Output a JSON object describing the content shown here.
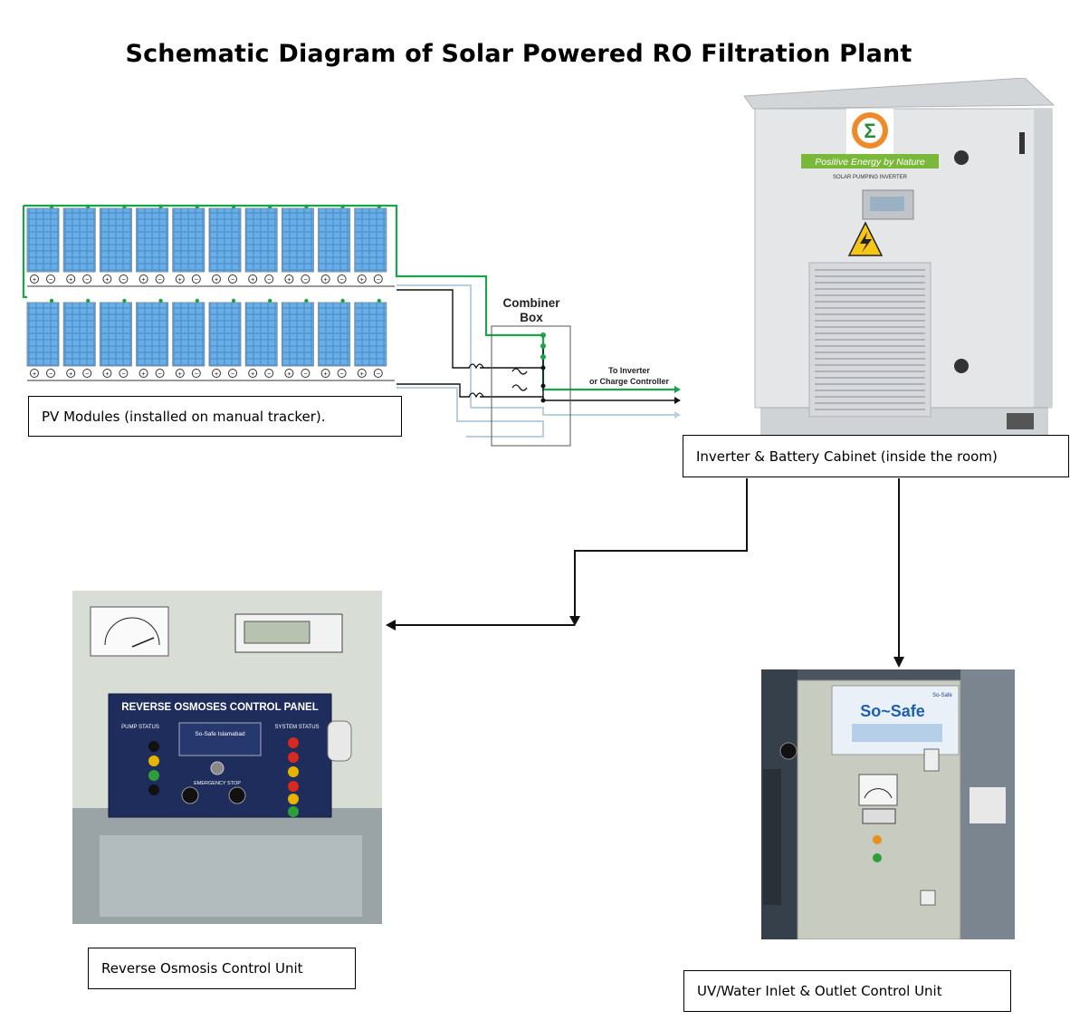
{
  "title": "Schematic Diagram of Solar Powered RO Filtration Plant",
  "pv_modules": {
    "label": "PV Modules (installed on manual tracker).",
    "rows": 2,
    "per_row": 10
  },
  "combiner": {
    "label_line1": "Combiner",
    "label_line2": "Box",
    "output_line1": "To Inverter",
    "output_line2": "or Charge Controller"
  },
  "inverter": {
    "label": "Inverter & Battery Cabinet (inside the room)",
    "tagline": "Positive Energy by Nature",
    "subtitle": "SOLAR PUMPING INVERTER",
    "logo_symbol": "Σ"
  },
  "ro_unit": {
    "label": "Reverse Osmosis Control Unit",
    "panel_title": "REVERSE OSMOSES CONTROL PANEL",
    "pump_status": "PUMP STATUS",
    "system_status": "SYSTEM STATUS",
    "brand_note": "So-Safe Islamabad",
    "emergency": "EMERGENCY STOP"
  },
  "uv_unit": {
    "label": "UV/Water Inlet & Outlet Control Unit",
    "brand": "So~Safe",
    "brand_small": "So-Safe"
  },
  "colors": {
    "wire_green": "#1aa34a",
    "wire_light": "#b9cfe0",
    "panel_blue": "#3f86c9",
    "cabinet_gray": "#e4e6e8",
    "ro_panel_navy": "#1f2d5c"
  }
}
